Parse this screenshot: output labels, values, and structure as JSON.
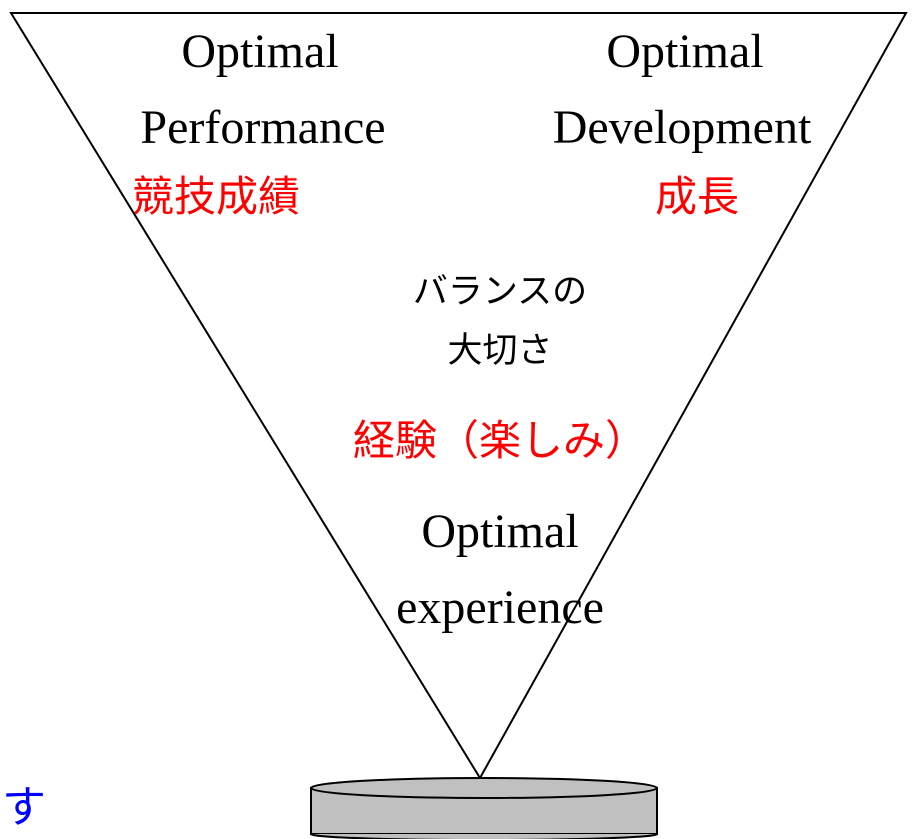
{
  "labels": {
    "left_en_line1": "Optimal",
    "left_en_line2": "Performance",
    "left_jp": "競技成績",
    "right_en_line1": "Optimal",
    "right_en_line2": "Development",
    "right_jp": "成長",
    "balance_line1": "バランスの",
    "balance_line2": "大切さ",
    "experience_jp": "経験（楽しみ）",
    "experience_en_line1": "Optimal",
    "experience_en_line2": "experience",
    "bottom_left_partial": "指す"
  },
  "colors": {
    "jp_emphasis": "#ff0000",
    "jp_note": "#0000ff",
    "base_fill": "#c0c0c0",
    "stroke": "#000000"
  }
}
